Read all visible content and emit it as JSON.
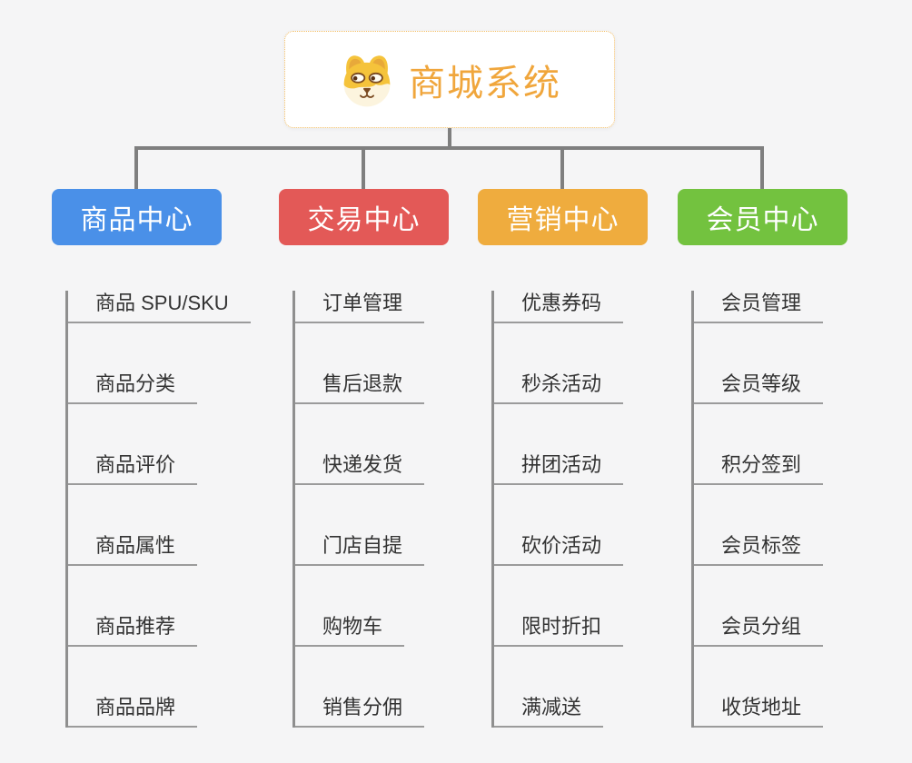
{
  "root": {
    "title": "商城系统",
    "icon": "dog-face-icon"
  },
  "branches": [
    {
      "label": "商品中心",
      "color": "#4A90E8",
      "children": [
        "商品 SPU/SKU",
        "商品分类",
        "商品评价",
        "商品属性",
        "商品推荐",
        "商品品牌"
      ]
    },
    {
      "label": "交易中心",
      "color": "#E35957",
      "children": [
        "订单管理",
        "售后退款",
        "快递发货",
        "门店自提",
        "购物车",
        "销售分佣"
      ]
    },
    {
      "label": "营销中心",
      "color": "#EFAC3E",
      "children": [
        "优惠券码",
        "秒杀活动",
        "拼团活动",
        "砍价活动",
        "限时折扣",
        "满减送"
      ]
    },
    {
      "label": "会员中心",
      "color": "#73C23F",
      "children": [
        "会员管理",
        "会员等级",
        "积分签到",
        "会员标签",
        "会员分组",
        "收货地址"
      ]
    }
  ],
  "colors": {
    "background": "#F5F5F6",
    "connector": "#7F7F7F",
    "branch_line": "#8F8F8F",
    "underline": "#9B9B9B",
    "item_text": "#333333",
    "root_text": "#F0A63C",
    "root_border": "#F3BE66",
    "root_background": "#FFFFFF"
  }
}
